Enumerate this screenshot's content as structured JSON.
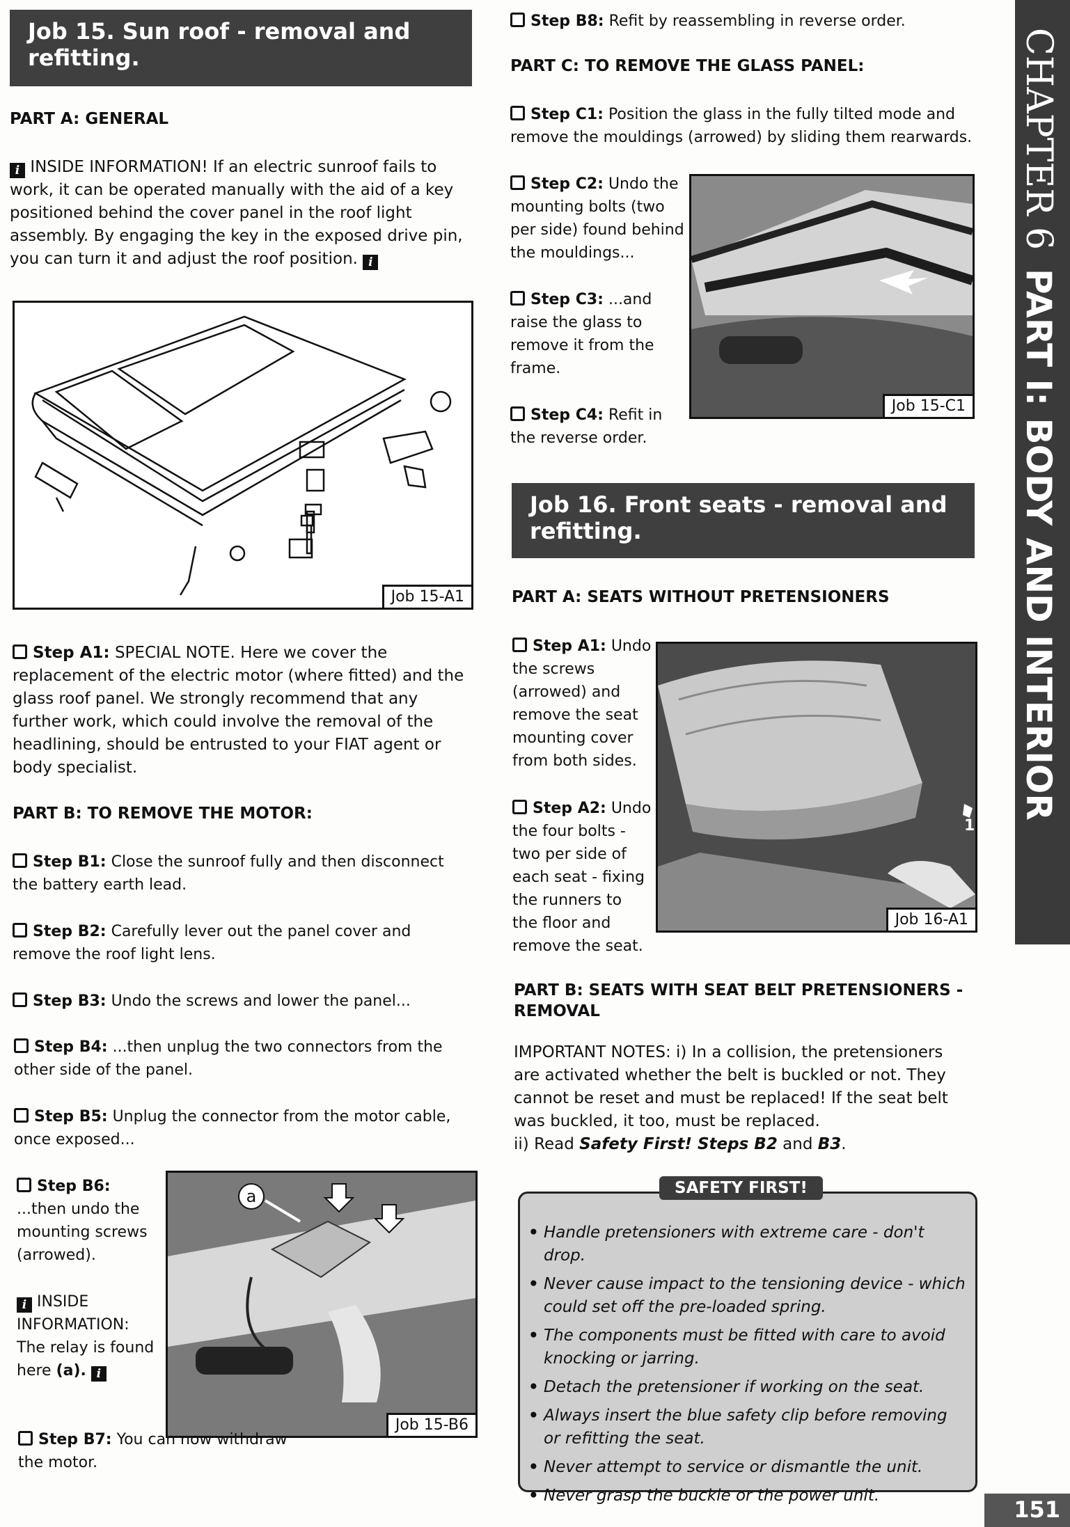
{
  "job15": {
    "title": "Job 15. Sun roof - removal and refitting.",
    "part_a_head": "PART A: GENERAL",
    "inside_info": "INSIDE INFORMATION! If an electric sunroof fails to work, it can be operated manually with the aid of a key positioned behind the cover panel in the roof light assembly. By engaging the key in the exposed drive pin, you can turn it and adjust the roof position.",
    "fig_a1_label": "Job 15-A1",
    "step_a1_label": "Step A1:",
    "step_a1_text": "SPECIAL NOTE. Here we cover the replacement of the electric motor (where fitted) and the glass roof panel. We strongly recommend that any further work, which could involve the removal of the headlining, should be entrusted to your FIAT agent or body specialist.",
    "part_b_head": "PART B: TO REMOVE THE MOTOR:",
    "step_b1_label": "Step B1:",
    "step_b1_text": "Close the sunroof fully and then disconnect the battery earth lead.",
    "step_b2_label": "Step B2:",
    "step_b2_text": "Carefully lever out the panel cover and remove the roof light lens.",
    "step_b3_label": "Step B3:",
    "step_b3_text": "Undo the screws and lower the panel...",
    "step_b4_label": "Step B4:",
    "step_b4_text": "...then unplug the two connectors from the other side of the panel.",
    "step_b5_label": "Step B5:",
    "step_b5_text": "Unplug the connector from the motor cable, once exposed...",
    "step_b6_label": "Step B6:",
    "step_b6_text": "...then undo the mounting screws (arrowed).",
    "inside_info_b6": "INSIDE INFORMATION: The relay is found here",
    "inside_info_b6_ref": "(a).",
    "fig_b6_callout": "a",
    "fig_b6_label": "Job 15-B6",
    "step_b7_label": "Step B7:",
    "step_b7_text": "You can now withdraw the motor.",
    "step_b8_label": "Step B8:",
    "step_b8_text": "Refit by reassembling in reverse order.",
    "part_c_head": "PART C: TO REMOVE THE GLASS PANEL:",
    "step_c1_label": "Step C1:",
    "step_c1_text": "Position the glass in the fully tilted mode and remove the mouldings (arrowed) by sliding them rearwards.",
    "step_c2_label": "Step C2:",
    "step_c2_text": "Undo the mounting bolts (two per side) found behind the mouldings...",
    "step_c3_label": "Step C3:",
    "step_c3_text": "...and raise the glass to remove it from the frame.",
    "step_c4_label": "Step C4:",
    "step_c4_text": "Refit in the reverse order.",
    "fig_c1_label": "Job 15-C1"
  },
  "job16": {
    "title": "Job 16. Front seats - removal and refitting.",
    "part_a_head": "PART A: SEATS WITHOUT PRETENSIONERS",
    "step_a1_label": "Step A1:",
    "step_a1_text": "Undo the screws (arrowed) and remove the seat mounting cover from both sides.",
    "step_a2_label": "Step A2:",
    "step_a2_text": "Undo the four bolts - two per side of each seat - fixing the runners to the floor and remove the seat.",
    "fig_a1_label": "Job 16-A1",
    "fig_a1_callout": "1",
    "part_b_head": "PART B: SEATS WITH SEAT BELT PRETENSIONERS - REMOVAL",
    "important_notes": "IMPORTANT NOTES: i) In a collision, the pretensioners are activated whether the belt is buckled or not. They cannot be reset and must be replaced! If the seat belt was buckled, it too, must be replaced.",
    "important_ii_prefix": "ii) Read ",
    "important_ii_bold1": "Safety First! Steps B2",
    "important_ii_mid": " and ",
    "important_ii_bold2": "B3",
    "important_ii_end": ".",
    "safety_title": "SAFETY FIRST!",
    "safety_items": [
      "Handle pretensioners with extreme care - don't drop.",
      "Never cause impact to the tensioning device - which could set off the pre-loaded spring.",
      "The components must be fitted with care to avoid knocking or jarring.",
      "Detach the pretensioner if working on the seat.",
      "Always insert the blue safety clip before removing or refitting the seat.",
      "Never attempt to service or dismantle the unit.",
      "Never grasp the buckle or the power unit."
    ]
  },
  "sidebar": {
    "chapter": "CHAPTER 6",
    "part": "PART I: BODY AND INTERIOR"
  },
  "page_number": "151"
}
